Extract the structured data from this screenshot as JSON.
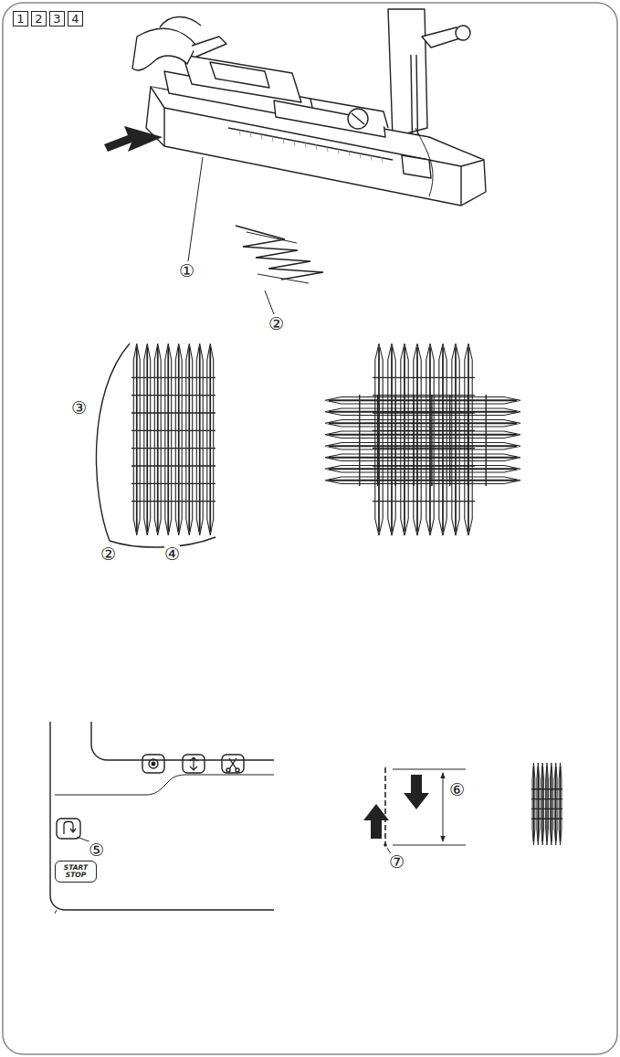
{
  "diagram": {
    "nodes": [
      {
        "text": [
          "1"
        ]
      },
      {
        "text": [
          "2"
        ]
      },
      {
        "text": [
          "3"
        ]
      },
      {
        "text": [
          "4"
        ]
      },
      {
        "text": [
          "START STOP"
        ]
      }
    ],
    "labels": [
      "①",
      "②",
      "③",
      "②",
      "④",
      "⑤",
      "⑥",
      "⑦"
    ]
  }
}
